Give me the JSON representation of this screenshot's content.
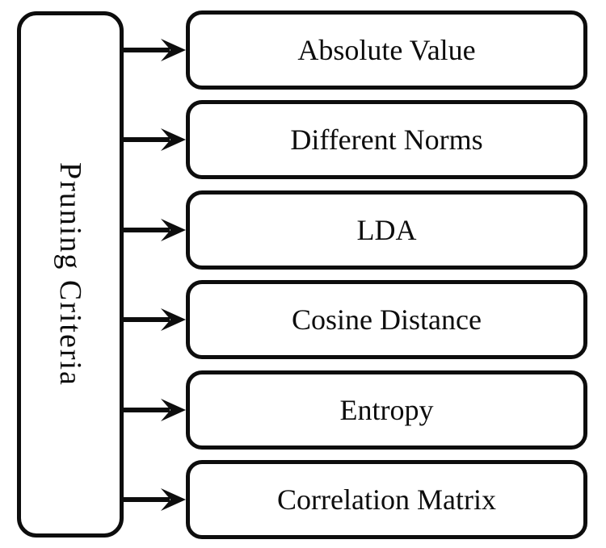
{
  "diagram": {
    "source_label": "Pruning Criteria",
    "criteria": [
      "Absolute Value",
      "Different Norms",
      "LDA",
      "Cosine Distance",
      "Entropy",
      "Correlation Matrix"
    ],
    "colors": {
      "line": "#0d0d0d",
      "background": "#ffffff",
      "box_fill": "#ffffff",
      "text": "#0d0d0d"
    }
  }
}
